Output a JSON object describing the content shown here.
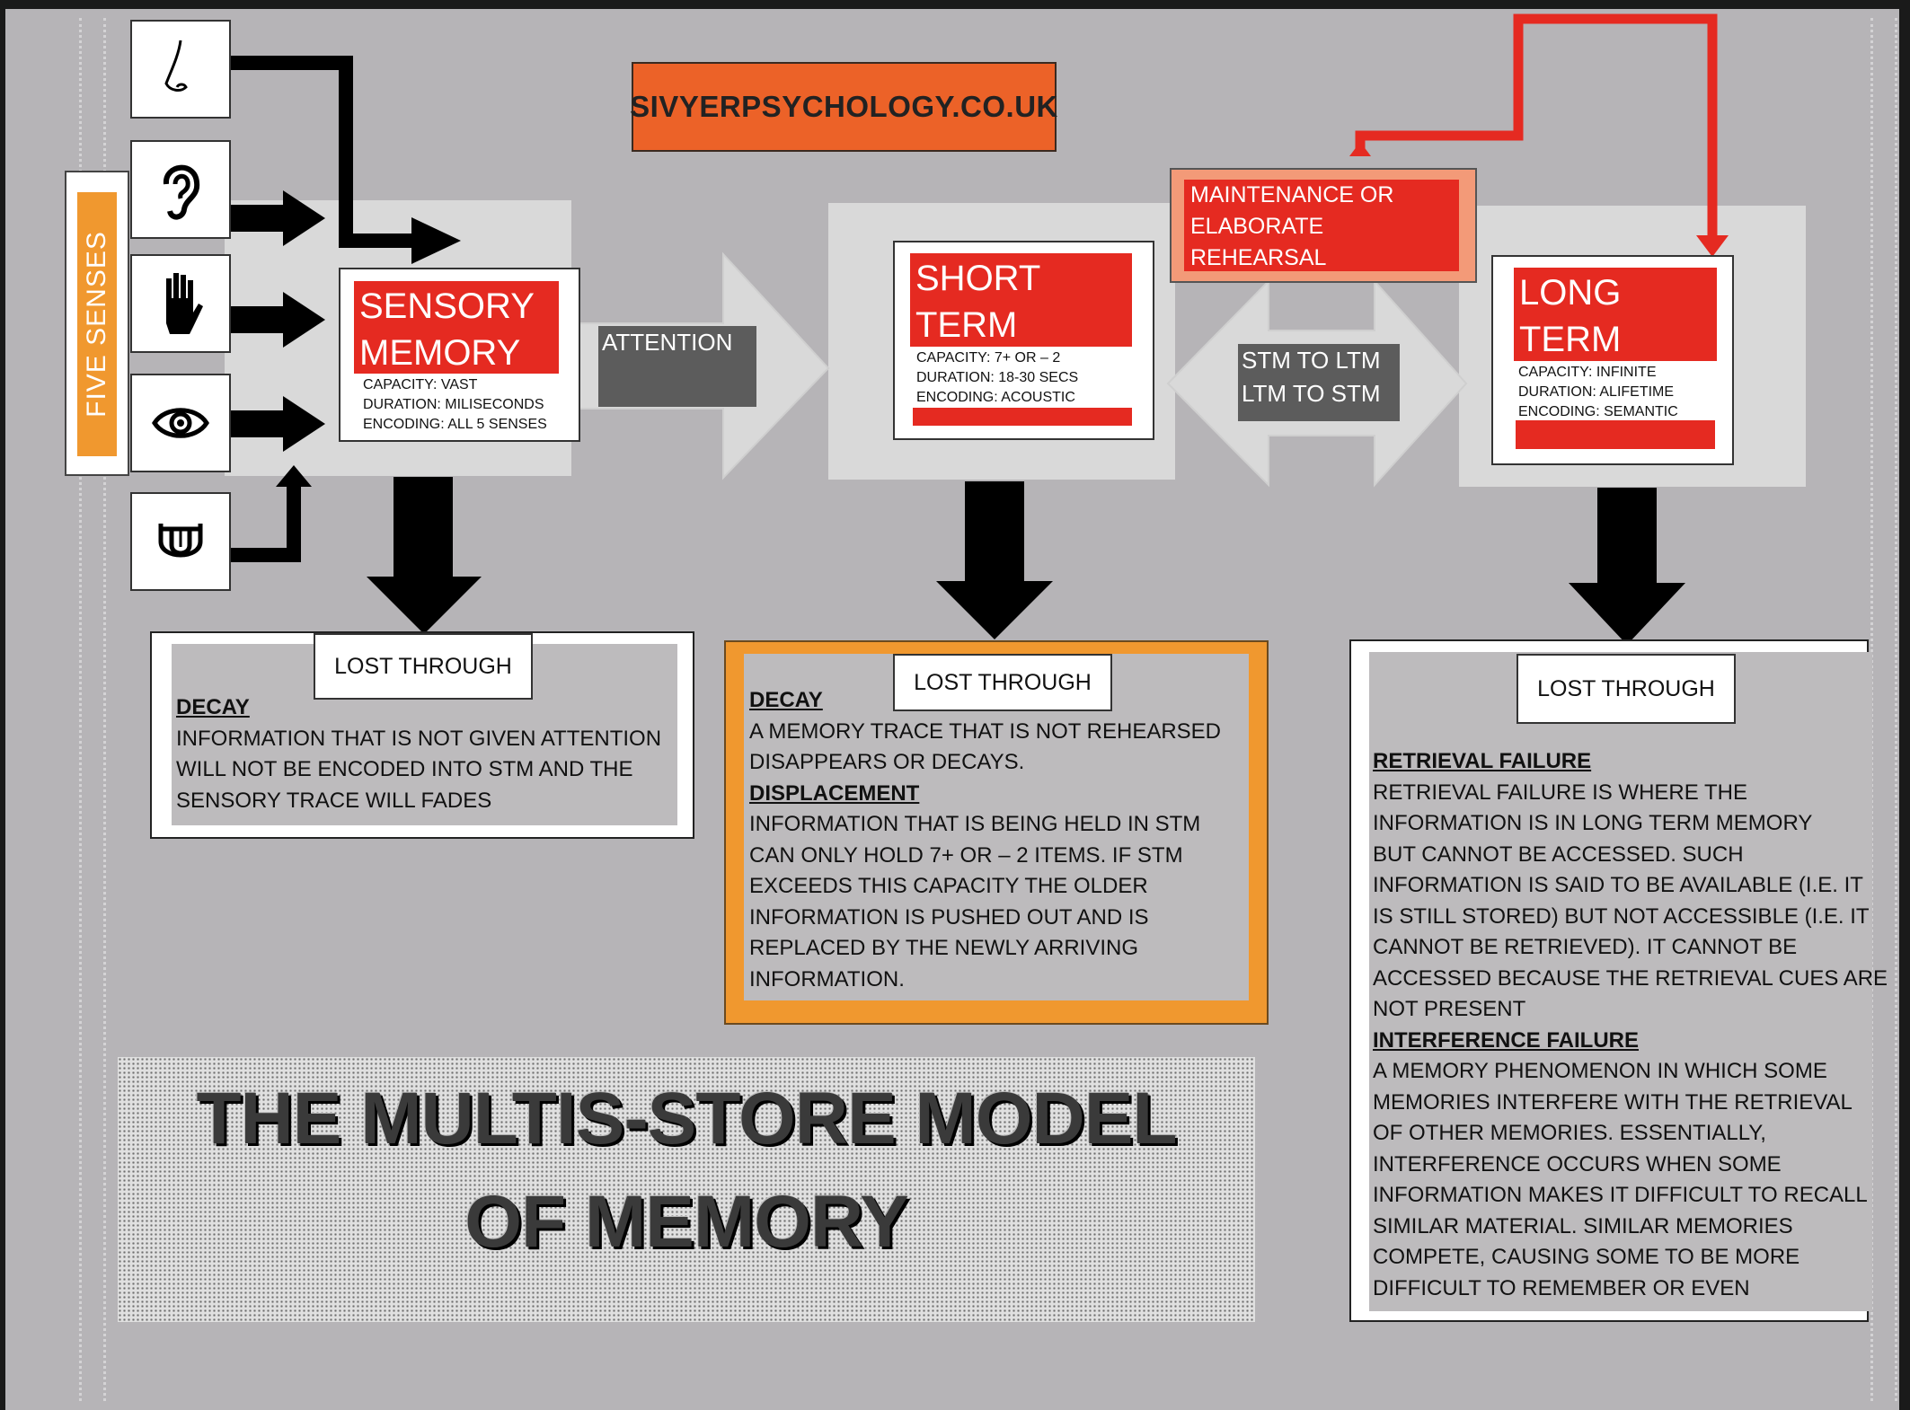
{
  "website": "SIVYERPSYCHOLOGY.CO.UK",
  "five_senses_label": "FIVE SENSES",
  "senses": [
    "nose-icon",
    "ear-icon",
    "hand-icon",
    "eye-icon",
    "tongue-icon"
  ],
  "attention_label": "ATTENTION",
  "rehearsal_label": [
    "MAINTENANCE OR",
    "ELABORATE",
    "REHEARSAL"
  ],
  "transfer_label": [
    "STM TO LTM",
    "LTM TO STM"
  ],
  "sensory_memory": {
    "title": [
      "SENSORY",
      "MEMORY"
    ],
    "capacity": "CAPACITY: VAST",
    "duration": "DURATION: MILISECONDS",
    "encoding": "ENCODING: ALL 5 SENSES"
  },
  "short_term_memory": {
    "title": [
      "SHORT TERM",
      "MEMORY"
    ],
    "capacity": "CAPACITY: 7+ OR – 2",
    "duration": "DURATION: 18-30 SECS",
    "encoding": "ENCODING: ACOUSTIC"
  },
  "long_term_memory": {
    "title": [
      "LONG TERM",
      "MEMORY"
    ],
    "capacity": "CAPACITY: INFINITE",
    "duration": "DURATION:  ALIFETIME",
    "encoding": "ENCODING: SEMANTIC"
  },
  "lost_through_label": "LOST THROUGH",
  "sensory_loss": {
    "heading": "DECAY",
    "lines": [
      "INFORMATION THAT IS NOT GIVEN ATTENTION",
      "WILL NOT BE ENCODED INTO STM AND THE",
      "SENSORY TRACE WILL FADES"
    ]
  },
  "stm_loss": {
    "decay_heading": "DECAY",
    "decay_lines": [
      "A MEMORY TRACE THAT IS NOT REHEARSED",
      "DISAPPEARS OR DECAYS."
    ],
    "displacement_heading": "DISPLACEMENT",
    "displacement_lines": [
      "INFORMATION THAT IS BEING HELD IN STM",
      "CAN ONLY HOLD 7+ OR – 2 ITEMS. IF STM",
      "EXCEEDS THIS CAPACITY THE OLDER",
      "INFORMATION IS PUSHED OUT AND IS",
      "REPLACED BY THE NEWLY ARRIVING",
      "INFORMATION."
    ]
  },
  "ltm_loss": {
    "retrieval_heading": "RETRIEVAL FAILURE",
    "retrieval_lines": [
      "RETRIEVAL FAILURE IS WHERE THE",
      "INFORMATION IS IN LONG TERM MEMORY",
      "BUT CANNOT BE ACCESSED. SUCH",
      "INFORMATION IS SAID TO BE AVAILABLE (I.E. IT",
      "IS STILL STORED) BUT NOT ACCESSIBLE (I.E. IT",
      "CANNOT BE RETRIEVED). IT CANNOT BE",
      "ACCESSED BECAUSE THE RETRIEVAL CUES ARE",
      "NOT PRESENT"
    ],
    "interference_heading": "INTERFERENCE FAILURE",
    "interference_lines": [
      "A MEMORY PHENOMENON IN WHICH SOME",
      "MEMORIES INTERFERE WITH THE RETRIEVAL",
      "OF OTHER MEMORIES. ESSENTIALLY,",
      "INTERFERENCE OCCURS WHEN SOME",
      "INFORMATION MAKES IT DIFFICULT TO RECALL",
      "SIMILAR MATERIAL. SIMILAR MEMORIES",
      "COMPETE, CAUSING SOME TO BE MORE",
      "DIFFICULT TO REMEMBER OR EVEN"
    ]
  },
  "title_lines": [
    "THE MULTIS-STORE MODEL",
    "OF MEMORY"
  ],
  "colors": {
    "red": "#e52a21",
    "orange": "#f0982f",
    "site_orange": "#ec6228",
    "grey_label": "#5c5c5c",
    "page_grey": "#b6b4b7"
  }
}
